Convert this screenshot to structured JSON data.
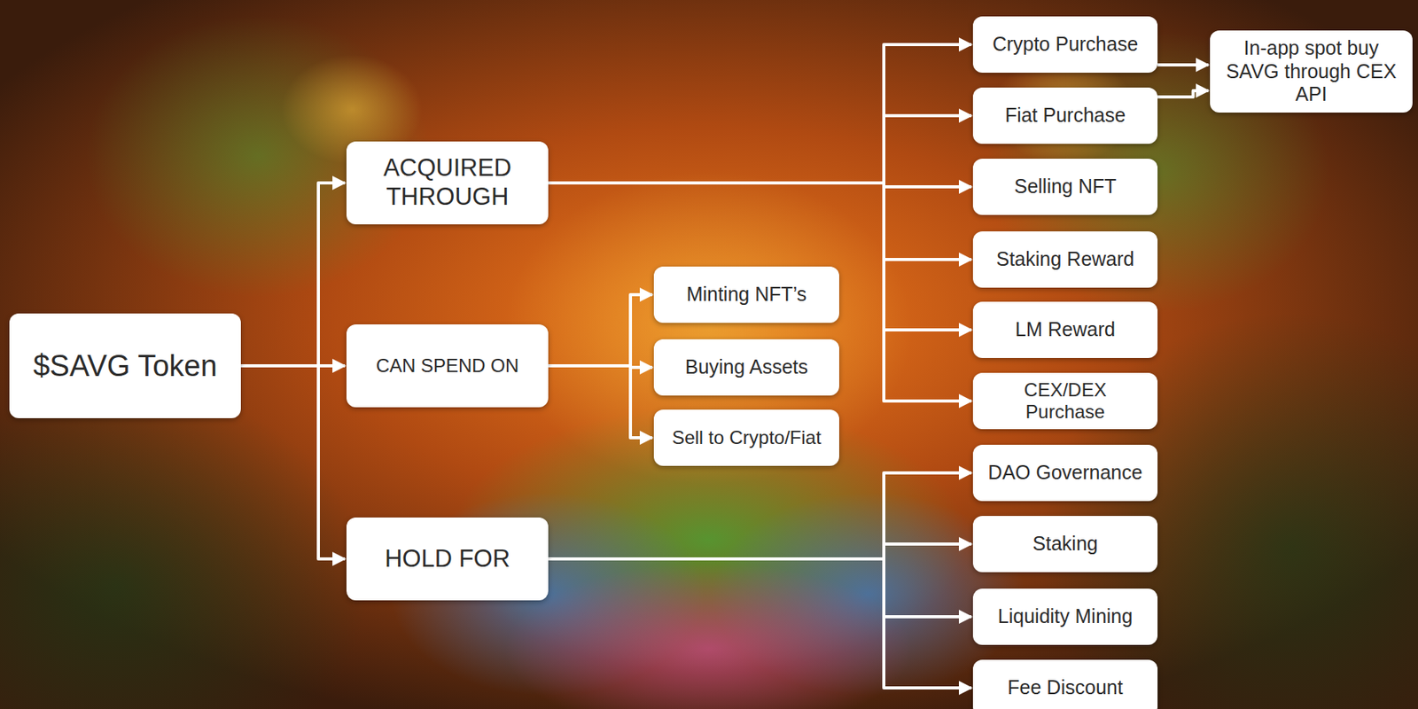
{
  "diagram": {
    "nodes": [
      {
        "text": [
          "$SAVG Token"
        ]
      },
      {
        "text": [
          "ACQUIRED THROUGH"
        ]
      },
      {
        "text": [
          "CAN SPEND ON"
        ]
      },
      {
        "text": [
          "HOLD FOR"
        ]
      },
      {
        "text": [
          "Minting NFT’s"
        ]
      },
      {
        "text": [
          "Buying Assets"
        ]
      },
      {
        "text": [
          "Sell to Crypto/Fiat"
        ]
      },
      {
        "text": [
          "Crypto Purchase"
        ]
      },
      {
        "text": [
          "Fiat Purchase"
        ]
      },
      {
        "text": [
          "Selling NFT"
        ]
      },
      {
        "text": [
          "Staking Reward"
        ]
      },
      {
        "text": [
          "LM Reward"
        ]
      },
      {
        "text": [
          "CEX/DEX Purchase"
        ]
      },
      {
        "text": [
          "DAO Governance"
        ]
      },
      {
        "text": [
          "Staking"
        ]
      },
      {
        "text": [
          "Liquidity Mining"
        ]
      },
      {
        "text": [
          "Fee Discount"
        ]
      },
      {
        "text": [
          "In-app spot buy SAVG through CEX API"
        ]
      }
    ],
    "edges": [
      {
        "from": 0,
        "to": 1,
        "arrow": "to"
      },
      {
        "from": 0,
        "to": 2,
        "arrow": "to"
      },
      {
        "from": 0,
        "to": 3,
        "arrow": "to"
      },
      {
        "from": 1,
        "to": 7,
        "arrow": "to"
      },
      {
        "from": 1,
        "to": 8,
        "arrow": "to"
      },
      {
        "from": 1,
        "to": 9,
        "arrow": "to"
      },
      {
        "from": 1,
        "to": 10,
        "arrow": "to"
      },
      {
        "from": 1,
        "to": 11,
        "arrow": "to"
      },
      {
        "from": 1,
        "to": 12,
        "arrow": "to"
      },
      {
        "from": 2,
        "to": 4,
        "arrow": "to"
      },
      {
        "from": 2,
        "to": 5,
        "arrow": "to"
      },
      {
        "from": 2,
        "to": 6,
        "arrow": "to"
      },
      {
        "from": 3,
        "to": 13,
        "arrow": "to"
      },
      {
        "from": 3,
        "to": 14,
        "arrow": "to"
      },
      {
        "from": 3,
        "to": 15,
        "arrow": "to"
      },
      {
        "from": 3,
        "to": 16,
        "arrow": "to"
      },
      {
        "from": 7,
        "to": 17,
        "arrow": "to"
      },
      {
        "from": 8,
        "to": 17,
        "arrow": "to"
      }
    ]
  }
}
